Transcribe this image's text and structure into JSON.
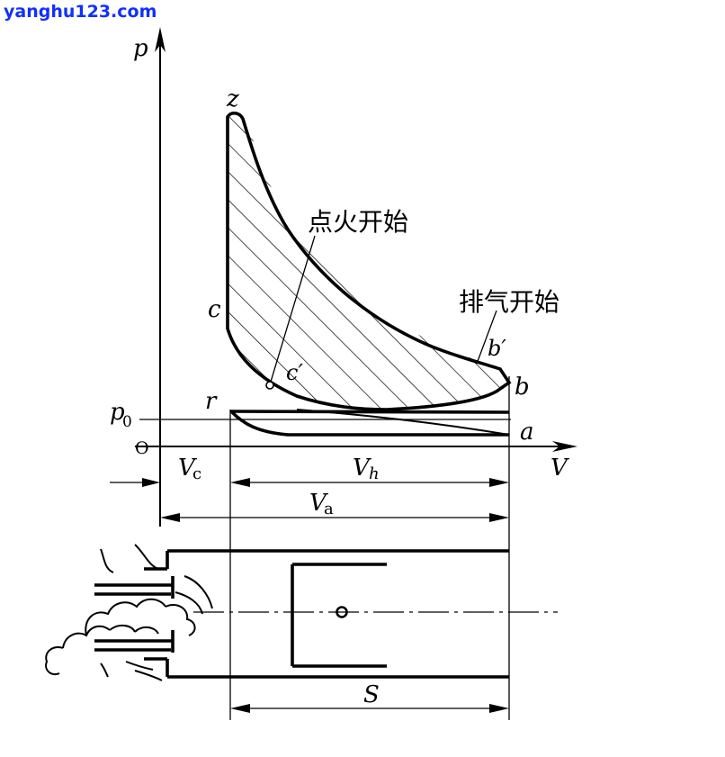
{
  "watermark": "yanghu123.com",
  "labels": {
    "p_axis": "p",
    "v_axis": "V",
    "origin": "O",
    "p0": "p",
    "p0_sub": "0",
    "point_z": "z",
    "point_c": "c",
    "point_c_prime": "c′",
    "point_r": "r",
    "point_b": "b",
    "point_b_prime": "b′",
    "point_a": "a",
    "ignition_start": "点火开始",
    "exhaust_start": "排气开始",
    "vc": "V",
    "vc_sub": "c",
    "vh": "V",
    "vh_sub": "h",
    "va": "V",
    "va_sub": "a",
    "stroke": "S"
  }
}
